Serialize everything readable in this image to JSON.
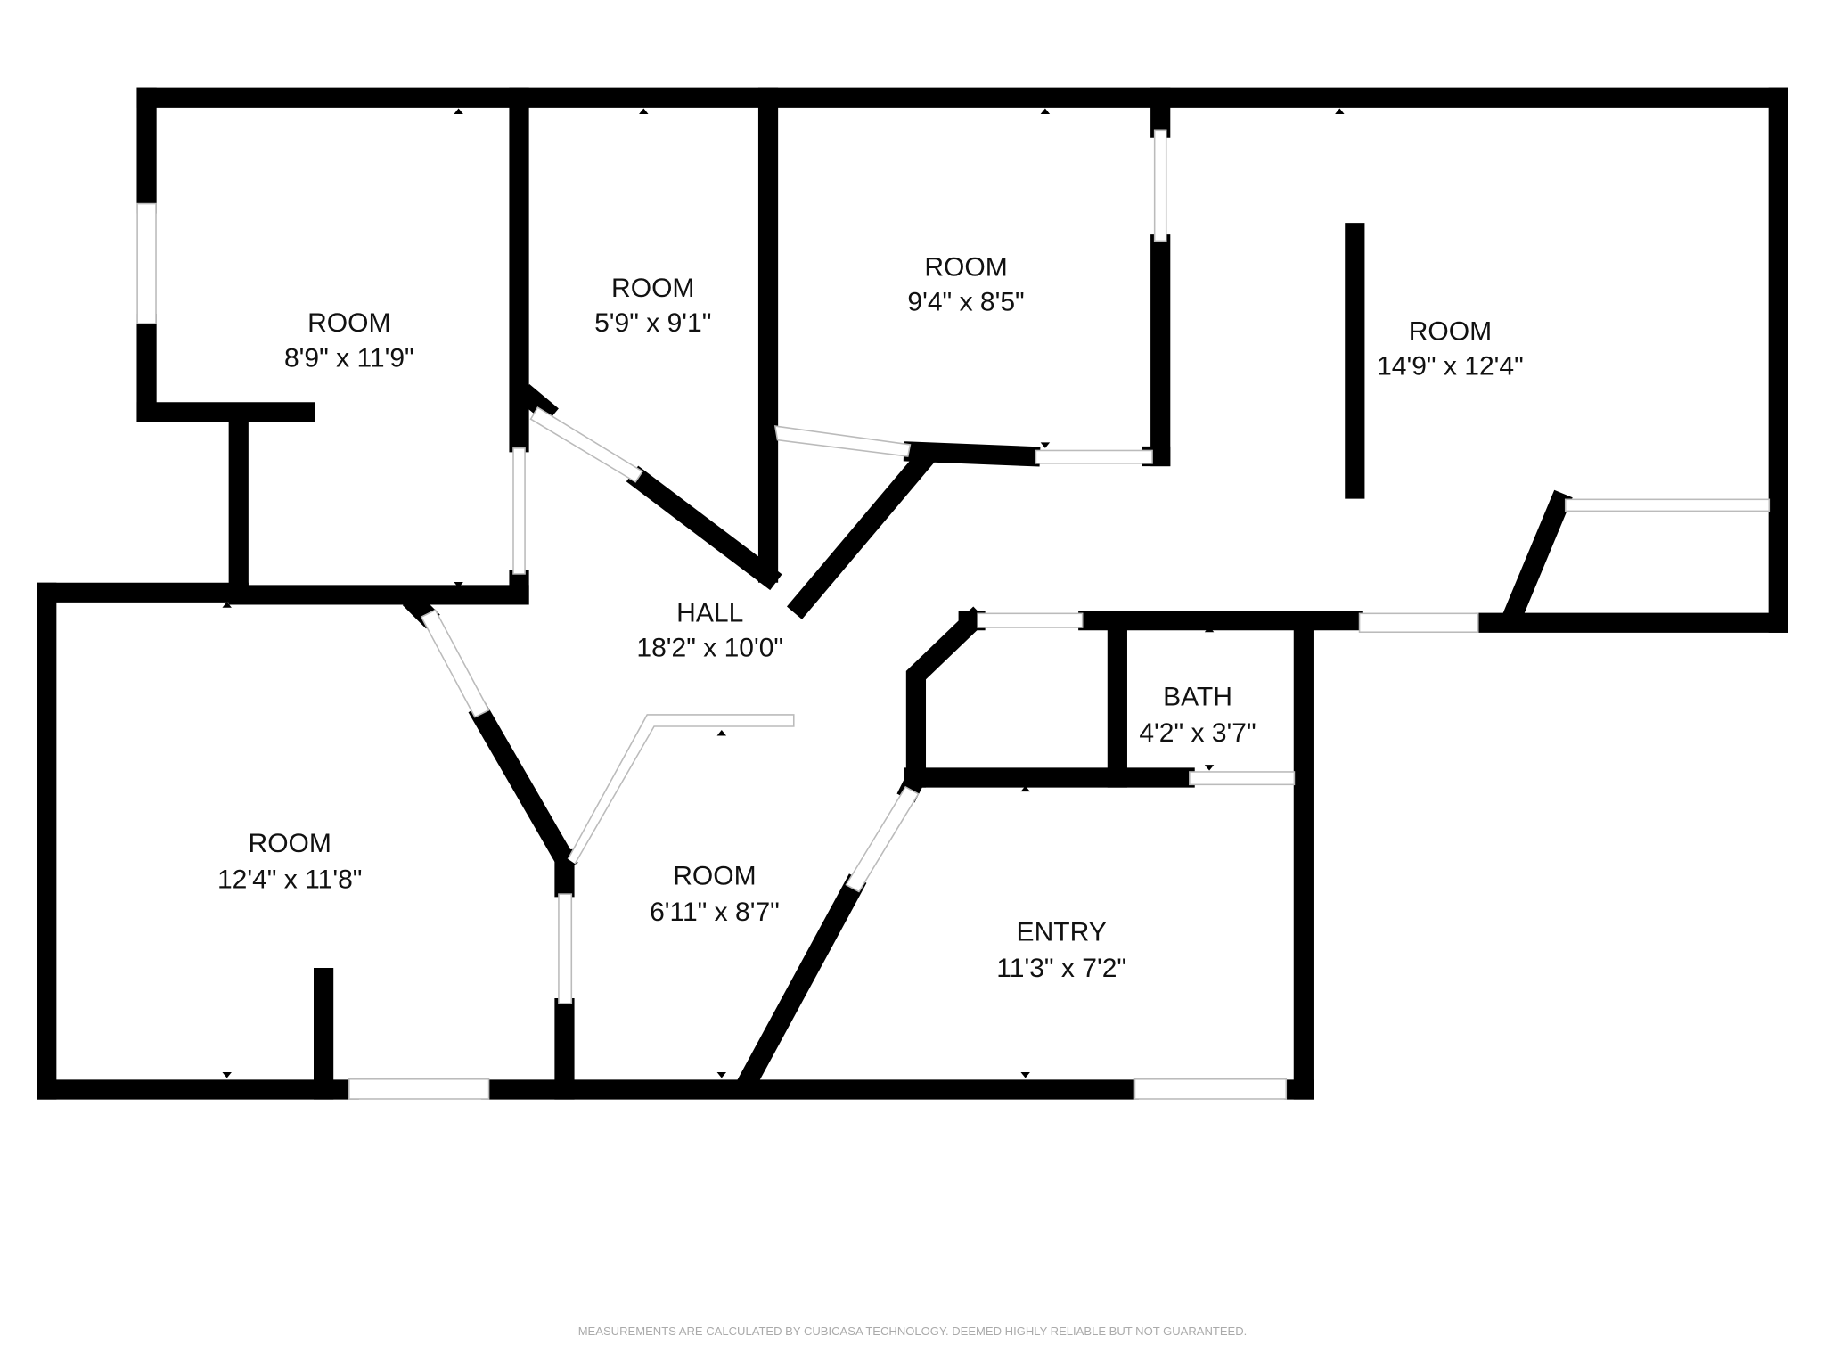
{
  "rooms": [
    {
      "name": "ROOM",
      "size": "8'9\" x 11'9\""
    },
    {
      "name": "ROOM",
      "size": "5'9\" x 9'1\""
    },
    {
      "name": "ROOM",
      "size": "9'4\" x 8'5\""
    },
    {
      "name": "ROOM",
      "size": "14'9\" x 12'4\""
    },
    {
      "name": "HALL",
      "size": "18'2\" x 10'0\""
    },
    {
      "name": "BATH",
      "size": "4'2\" x 3'7\""
    },
    {
      "name": "ROOM",
      "size": "12'4\" x 11'8\""
    },
    {
      "name": "ROOM",
      "size": "6'11\" x 8'7\""
    },
    {
      "name": "ENTRY",
      "size": "11'3\" x 7'2\""
    }
  ],
  "footer": "MEASUREMENTS ARE CALCULATED BY CUBICASA TECHNOLOGY. DEEMED HIGHLY RELIABLE BUT NOT GUARANTEED."
}
